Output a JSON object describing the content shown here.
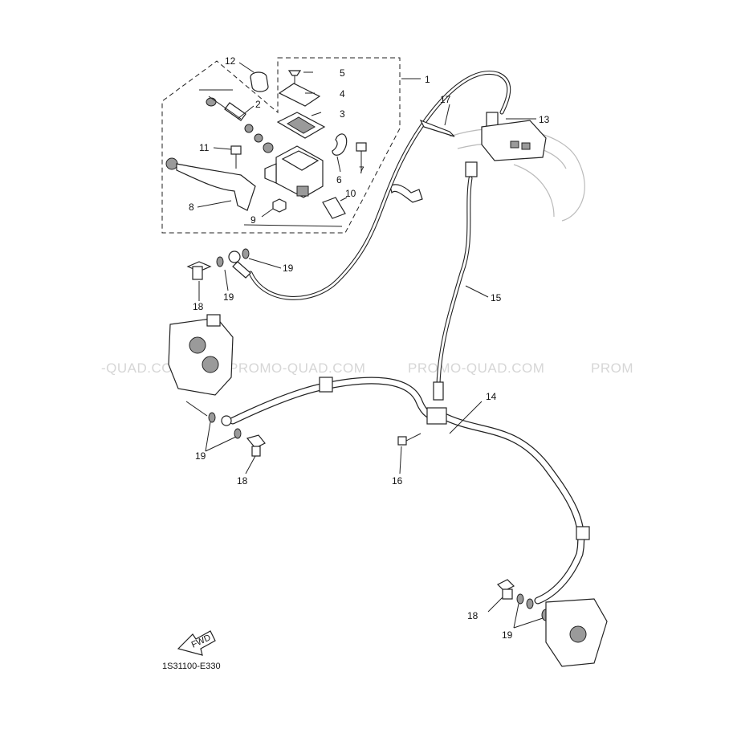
{
  "diagram": {
    "part_code": "1S31100-E330",
    "direction_badge": "FWD",
    "watermark": [
      "-QUAD.COM",
      "PROMO-QUAD.COM",
      "PROMO-QUAD.COM",
      "PROM"
    ],
    "callouts": [
      {
        "id": "c1",
        "label": "1"
      },
      {
        "id": "c2",
        "label": "2"
      },
      {
        "id": "c3",
        "label": "3"
      },
      {
        "id": "c4",
        "label": "4"
      },
      {
        "id": "c5",
        "label": "5"
      },
      {
        "id": "c6",
        "label": "6"
      },
      {
        "id": "c7",
        "label": "7"
      },
      {
        "id": "c8",
        "label": "8"
      },
      {
        "id": "c9",
        "label": "9"
      },
      {
        "id": "c10",
        "label": "10"
      },
      {
        "id": "c11",
        "label": "11"
      },
      {
        "id": "c12",
        "label": "12"
      },
      {
        "id": "c13",
        "label": "13"
      },
      {
        "id": "c14",
        "label": "14"
      },
      {
        "id": "c15",
        "label": "15"
      },
      {
        "id": "c16",
        "label": "16"
      },
      {
        "id": "c17",
        "label": "17"
      },
      {
        "id": "c18a",
        "label": "18"
      },
      {
        "id": "c18b",
        "label": "18"
      },
      {
        "id": "c18c",
        "label": "18"
      },
      {
        "id": "c19a",
        "label": "19"
      },
      {
        "id": "c19b",
        "label": "19"
      },
      {
        "id": "c19c",
        "label": "19"
      },
      {
        "id": "c19d",
        "label": "19"
      }
    ]
  }
}
